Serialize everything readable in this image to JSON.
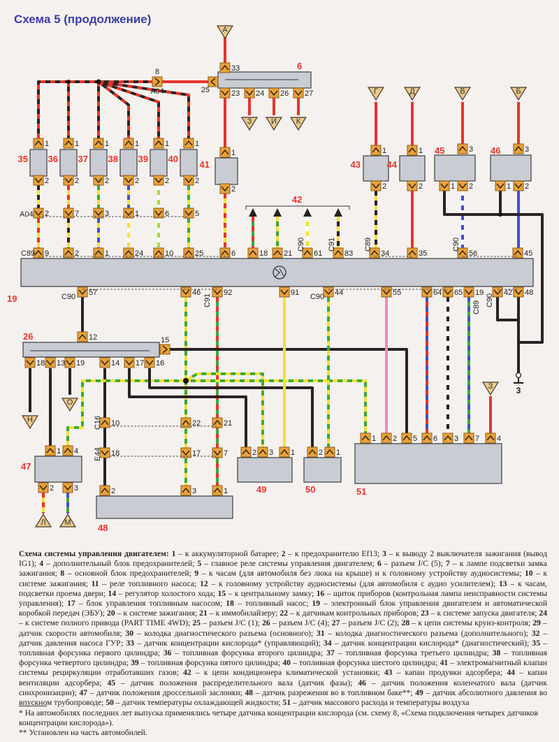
{
  "title": "Схема 5 (продолжение)",
  "terminals": {
    "A": "А",
    "B": "Б",
    "V": "В",
    "G": "Г",
    "D": "Д",
    "Z1": "З",
    "I": "И",
    "K": "К",
    "N": "Н",
    "O": "О",
    "L": "Л",
    "M": "М",
    "Z2": "З"
  },
  "harness": {
    "connector_label": "A04",
    "pin": "8"
  },
  "block6": {
    "label": "6",
    "pin_in": "33",
    "pin_side": "25",
    "pins_out": [
      "23",
      "24",
      "26",
      "27"
    ]
  },
  "injectors": [
    {
      "label": "35",
      "pin_in": "1",
      "pin_out": "2",
      "a04_pin": "2"
    },
    {
      "label": "36",
      "pin_in": "1",
      "pin_out": "2",
      "a04_pin": "7"
    },
    {
      "label": "37",
      "pin_in": "1",
      "pin_out": "2",
      "a04_pin": "3"
    },
    {
      "label": "38",
      "pin_in": "1",
      "pin_out": "2",
      "a04_pin": "1"
    },
    {
      "label": "39",
      "pin_in": "1",
      "pin_out": "2",
      "a04_pin": "6"
    },
    {
      "label": "40",
      "pin_in": "1",
      "pin_out": "2",
      "a04_pin": "5"
    }
  ],
  "a04_label": "A04",
  "valve41": {
    "label": "41",
    "pin_in": "1",
    "pin_out": "2"
  },
  "ac42": {
    "label": "42"
  },
  "purge43": {
    "label": "43",
    "pin_in": "1",
    "pin_out": "2"
  },
  "vent44": {
    "label": "44",
    "pin_in": "1",
    "pin_out": "2"
  },
  "cam45": {
    "label": "45",
    "pin_in": "3",
    "pins_out": [
      "1",
      "2"
    ]
  },
  "crank46": {
    "label": "46",
    "pin_in": "3",
    "pins_out": [
      "1",
      "2"
    ]
  },
  "ecu": {
    "label": "19",
    "top_pins": [
      "9",
      "2",
      "1",
      "24",
      "10",
      "25",
      "6",
      "18",
      "21",
      "61",
      "83",
      "34",
      "35",
      "56",
      "45"
    ],
    "top_connectors": [
      "C89",
      "C90",
      "C91",
      "C89",
      "C90"
    ],
    "bottom_pins": [
      "57",
      "46",
      "92",
      "91",
      "44",
      "55",
      "64",
      "65",
      "19",
      "42",
      "48"
    ],
    "bottom_connectors": [
      "C90",
      "C91",
      "C90",
      "C89",
      "C90"
    ]
  },
  "ground": {
    "label": "3"
  },
  "jc26": {
    "label": "26",
    "pin_in": "12",
    "pin_side": "15",
    "pins_out": [
      "18",
      "13",
      "19",
      "14",
      "17",
      "16"
    ]
  },
  "inline": {
    "c16_label": "C16",
    "c16_pins": [
      "10",
      "22",
      "21"
    ],
    "e44_label": "E44",
    "e44_pins": [
      "18",
      "17",
      "7"
    ]
  },
  "tps47": {
    "label": "47",
    "pins_top": [
      "1",
      "4"
    ],
    "pins_bottom": [
      "2",
      "3"
    ]
  },
  "sensor48": {
    "label": "48",
    "pins": [
      "2",
      "3",
      "1"
    ]
  },
  "map49": {
    "label": "49",
    "pins": [
      "2",
      "3",
      "1"
    ]
  },
  "ect50": {
    "label": "50",
    "pins": [
      "2",
      "1"
    ]
  },
  "maf51": {
    "label": "51",
    "pins": [
      "1",
      "2",
      "5",
      "6",
      "3",
      "7",
      "4"
    ]
  },
  "caption": {
    "title": "Схема системы управления двигателем:",
    "items": [
      {
        "n": "1",
        "t": "к аккумуляторной батарее"
      },
      {
        "n": "2",
        "t": "к предохранителю Ef13"
      },
      {
        "n": "3",
        "t": "к выводу 2 выключателя зажигания (вывод IG1)"
      },
      {
        "n": "4",
        "t": "дополнительный блок предохранителей"
      },
      {
        "n": "5",
        "t": "главное реле системы управления двигателем"
      },
      {
        "n": "6",
        "t": "разъем J/C (5)"
      },
      {
        "n": "7",
        "t": "к лампе подсветки замка зажигания"
      },
      {
        "n": "8",
        "t": "основной блок предохранителей"
      },
      {
        "n": "9",
        "t": "к часам (для автомобиля без люка на крыше) и к головному устройству аудиосистемы"
      },
      {
        "n": "10",
        "t": "к системе зажигания"
      },
      {
        "n": "11",
        "t": "реле топливного насоса"
      },
      {
        "n": "12",
        "t": "к головному устройству аудиосистемы (для автомобиля с аудио усилителем)"
      },
      {
        "n": "13",
        "t": "к часам, подсветки проема двери"
      },
      {
        "n": "14",
        "t": "регулятор холостого хода"
      },
      {
        "n": "15",
        "t": "к центральному замку"
      },
      {
        "n": "16",
        "t": "щиток приборов (контрольная лампа неисправности системы управления)"
      },
      {
        "n": "17",
        "t": "блок управления топливным насосом"
      },
      {
        "n": "18",
        "t": "топливный насос"
      },
      {
        "n": "19",
        "t": "электронный блок управления двигателем и автоматической коробкой передач (ЭБУ)"
      },
      {
        "n": "20",
        "t": "к системе зажигания"
      },
      {
        "n": "21",
        "t": "к иммобилайзеру"
      },
      {
        "n": "22",
        "t": "к датчикам контрольных приборов"
      },
      {
        "n": "23",
        "t": "к системе запуска двигателя"
      },
      {
        "n": "24",
        "t": "к системе полного привода (PART TIME 4WD)"
      },
      {
        "n": "25",
        "t": "разъем J/C (1)"
      },
      {
        "n": "26",
        "t": "разъем J/C (4)"
      },
      {
        "n": "27",
        "t": "разъем J/C (2)"
      },
      {
        "n": "28",
        "t": "к цепи системы круиз-контроля"
      },
      {
        "n": "29",
        "t": "датчик скорости автомобиля"
      },
      {
        "n": "30",
        "t": "колодка диагностического разъема (основного)"
      },
      {
        "n": "31",
        "t": "колодка диагностического разъема (дополнительного)"
      },
      {
        "n": "32",
        "t": "датчик давления насоса ГУР"
      },
      {
        "n": "33",
        "t": "датчик концентрации кислорода* (управляющий)"
      },
      {
        "n": "34",
        "t": "датчик концентрации кислорода* (диагностический)"
      },
      {
        "n": "35",
        "t": "топливная форсунка первого цилиндра"
      },
      {
        "n": "36",
        "t": "топливная форсунка второго цилиндра"
      },
      {
        "n": "37",
        "t": "топливная форсунка третьего цилиндра"
      },
      {
        "n": "38",
        "t": "топливная форсунка четвертого цилиндра"
      },
      {
        "n": "39",
        "t": "топливная форсунка пятого цилиндра"
      },
      {
        "n": "40",
        "t": "топливная форсунка шестого цилиндра"
      },
      {
        "n": "41",
        "t": "электромагнитный клапан системы рециркуляции отработавших газов"
      },
      {
        "n": "42",
        "t": "к цепи кондиционера климатической установки"
      },
      {
        "n": "43",
        "t": "капан продувки адсорбера"
      },
      {
        "n": "44",
        "t": "капан вентиляции адсорбера"
      },
      {
        "n": "45",
        "t": "датчик положения распределительного вала (датчик фазы)"
      },
      {
        "n": "46",
        "t": "датчик положения коленчатого вала (датчик синхронизации)"
      },
      {
        "n": "47",
        "t": "датчик положения дроссельной заслонки"
      },
      {
        "n": "48",
        "t": "датчик разрежения во в топливном баке**"
      },
      {
        "n": "49",
        "t": "датчик абсолютного давления во впускном трубопроводе"
      },
      {
        "n": "50",
        "t": "датчик температуры охлаждающей жидкости"
      },
      {
        "n": "51",
        "t": "датчик массового расхода и температуры воздуха"
      }
    ]
  },
  "footnotes": [
    "* На автомобилях последних лет выпуска применялись четыре датчика концентрации кислорода (см. схему 8, «Схема подключения четырех датчиков концентрации кислорода»).",
    "** Установлен на часть автомобилей."
  ]
}
